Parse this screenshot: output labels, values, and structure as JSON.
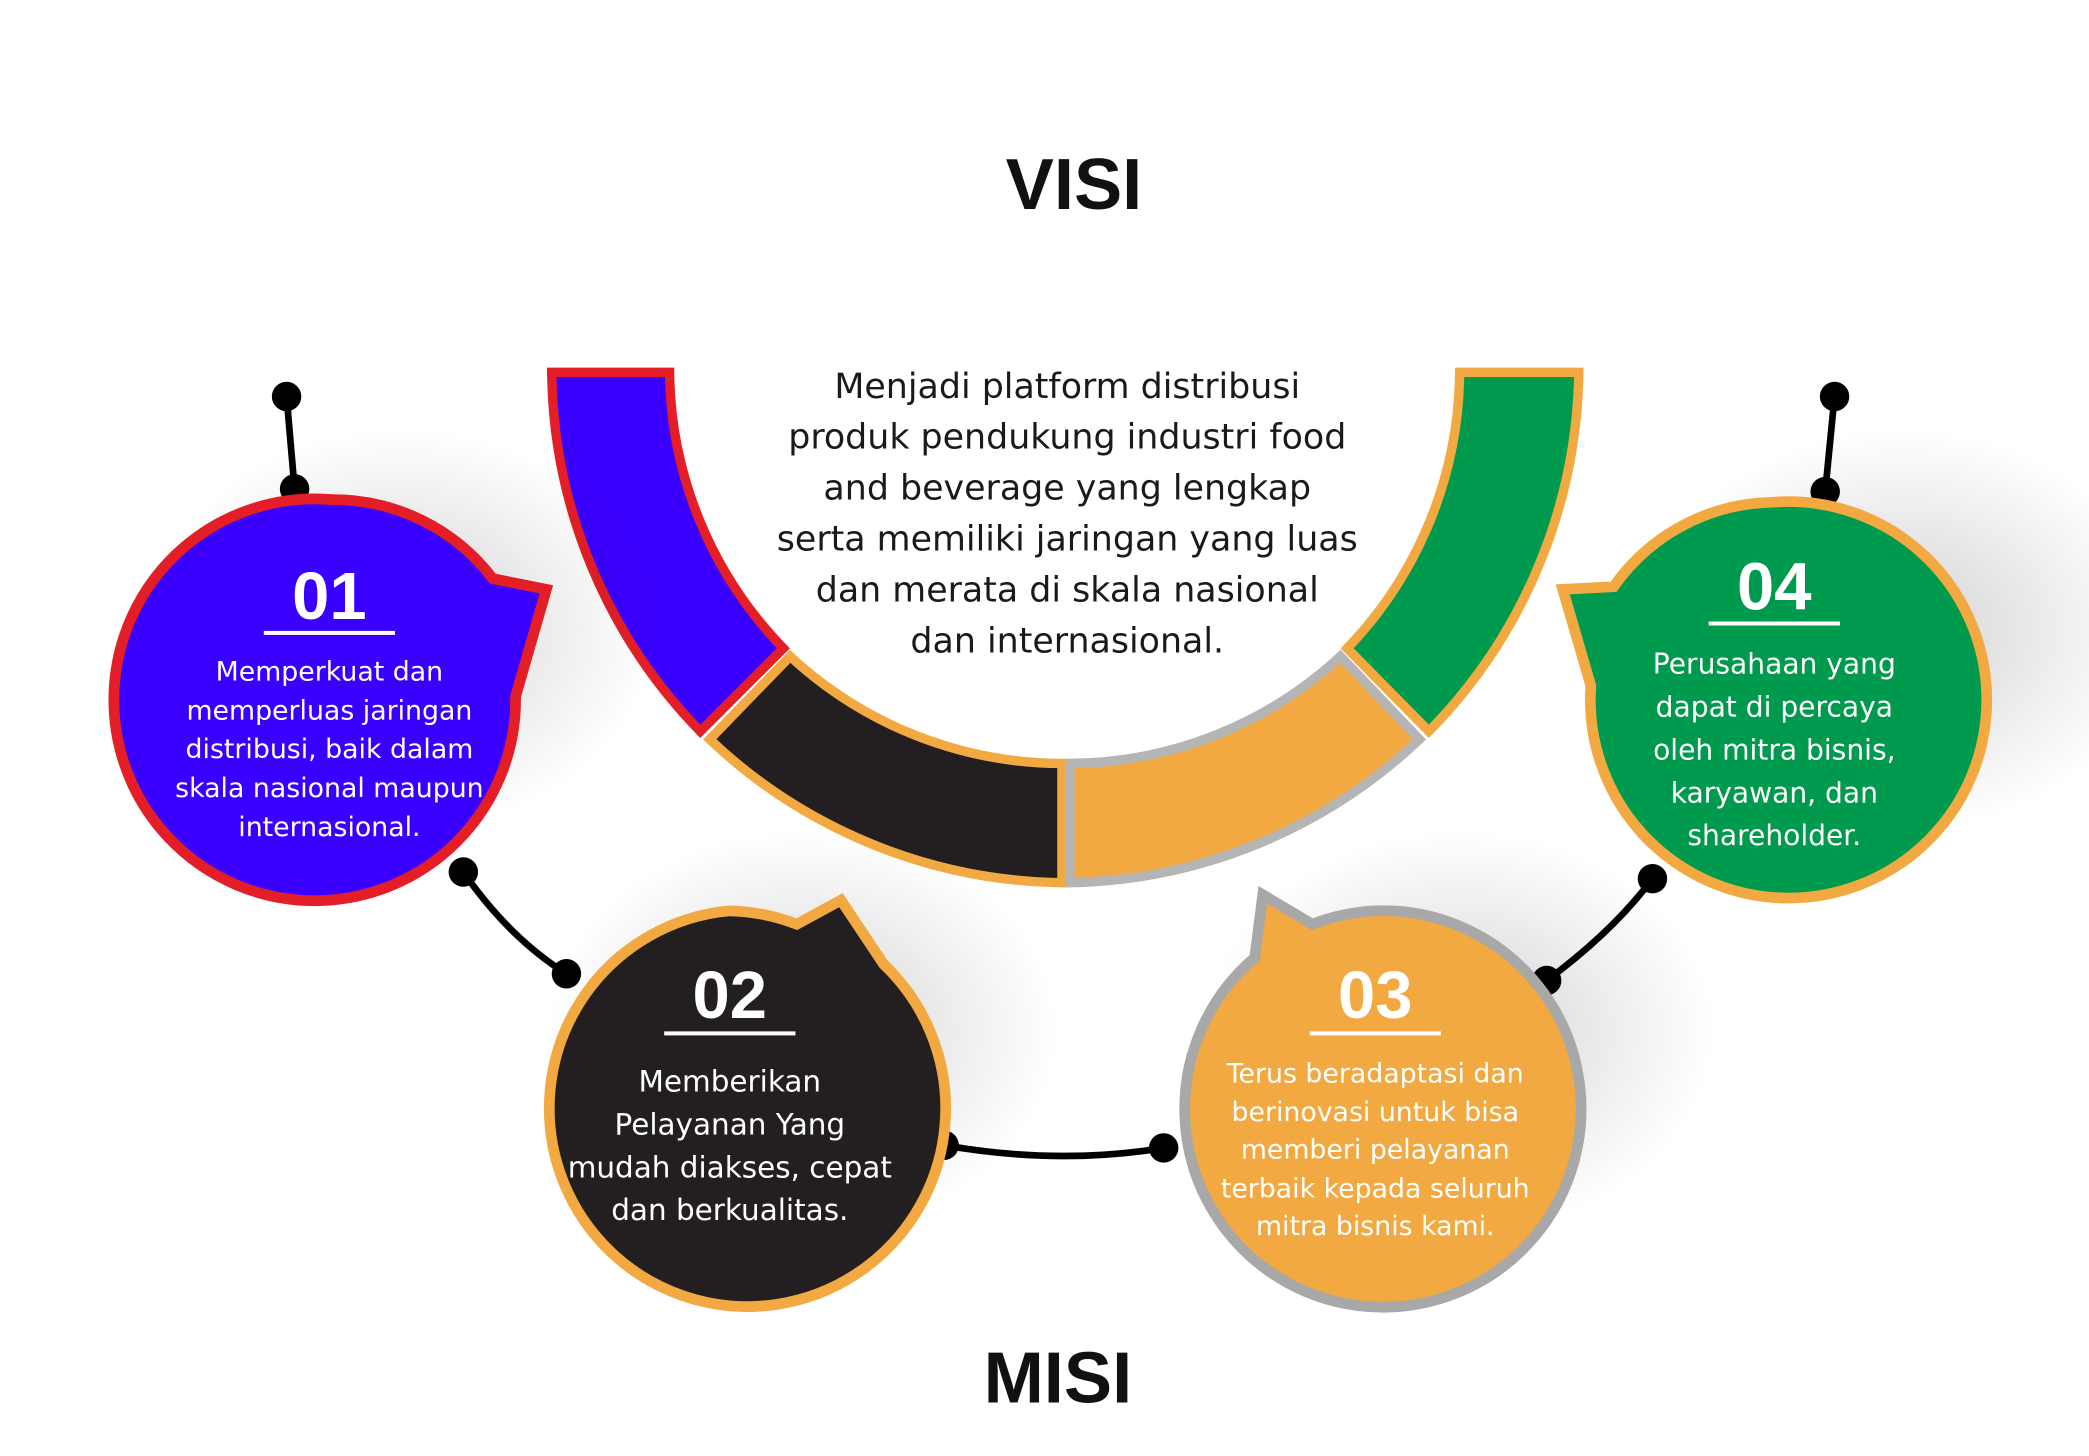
{
  "headings": {
    "vision": "VISI",
    "mission": "MISI"
  },
  "vision_text": [
    "Menjadi platform distribusi",
    "produk pendukung industri food",
    "and beverage yang lengkap",
    "serta memiliki jaringan yang luas",
    "dan merata di skala nasional",
    "dan internasional."
  ],
  "colors": {
    "blue": "#3a00ff",
    "red": "#e41e26",
    "black": "#231f20",
    "orange": "#f2a941",
    "green": "#009a4e",
    "gray": "#b5b5b5"
  },
  "missions": [
    {
      "number": "01",
      "lines": [
        "Memperkuat dan",
        "memperluas jaringan",
        "distribusi, baik dalam",
        "skala nasional maupun",
        "internasional."
      ]
    },
    {
      "number": "02",
      "lines": [
        "Memberikan",
        "Pelayanan Yang",
        "mudah diakses, cepat",
        "dan berkualitas."
      ]
    },
    {
      "number": "03",
      "lines": [
        "Terus beradaptasi dan",
        "berinovasi untuk bisa",
        "memberi pelayanan",
        "terbaik kepada seluruh",
        "mitra bisnis kami."
      ]
    },
    {
      "number": "04",
      "lines": [
        "Perusahaan yang",
        "dapat di percaya",
        "oleh mitra bisnis,",
        "karyawan, dan",
        "shareholder."
      ]
    }
  ]
}
